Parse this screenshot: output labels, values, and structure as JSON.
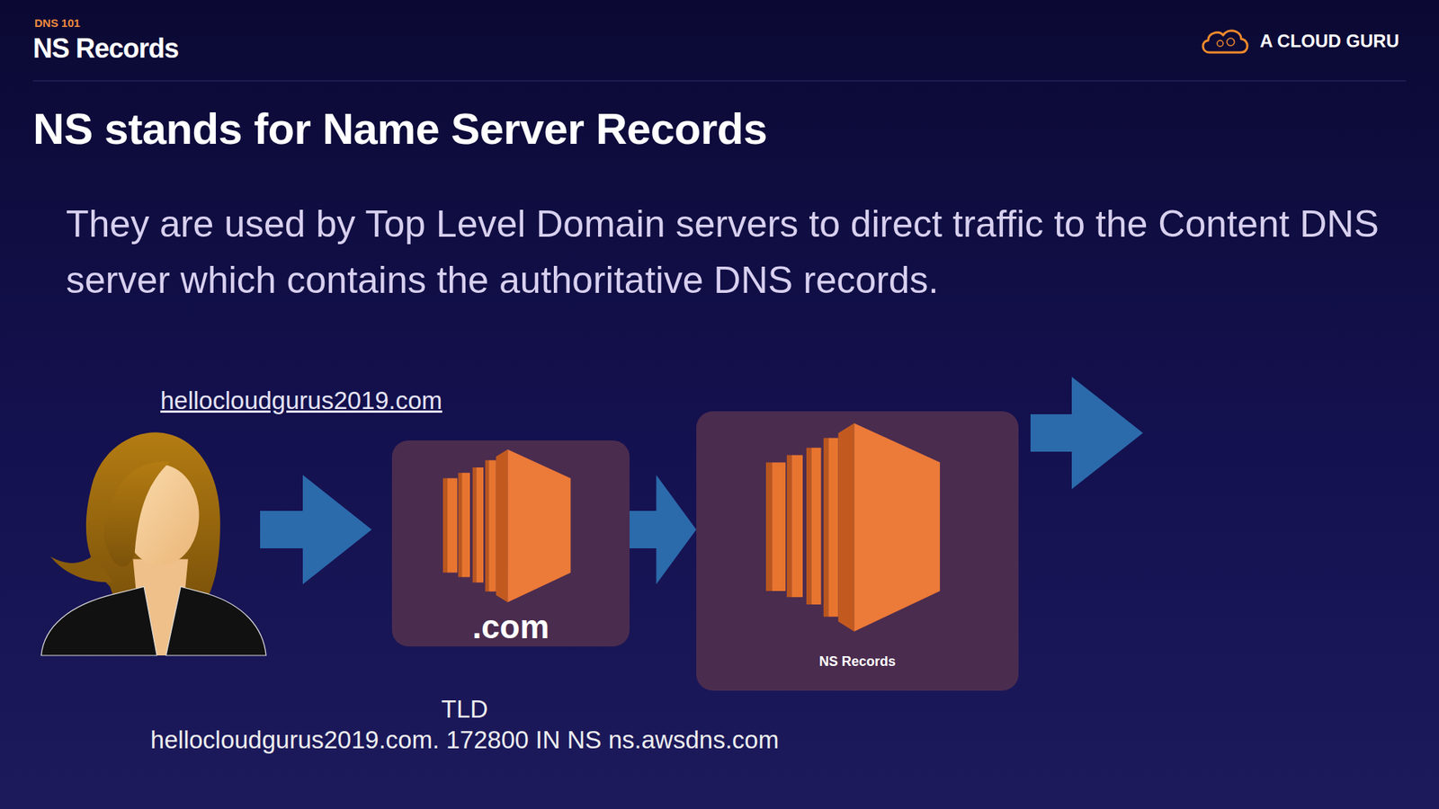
{
  "diagram": {
    "title": "NS stands for Name Server Records",
    "nodes": [
      {
        "text": [
          ".com"
        ]
      },
      {
        "text": [
          "NS Records"
        ]
      }
    ],
    "edges": [
      {
        "from": 0,
        "to": 1,
        "arrow": "to"
      }
    ],
    "labels": [
      "DNS 101",
      "NS Records",
      "A CLOUD GURU",
      "They are used by Top Level Domain servers to direct traffic to the Content DNS server which contains the authoritative DNS records.",
      "hellocloudgurus2019.com",
      "TLD",
      "hellocloudgurus2019.com. 172800 IN NS ns.awsdns.com"
    ]
  }
}
